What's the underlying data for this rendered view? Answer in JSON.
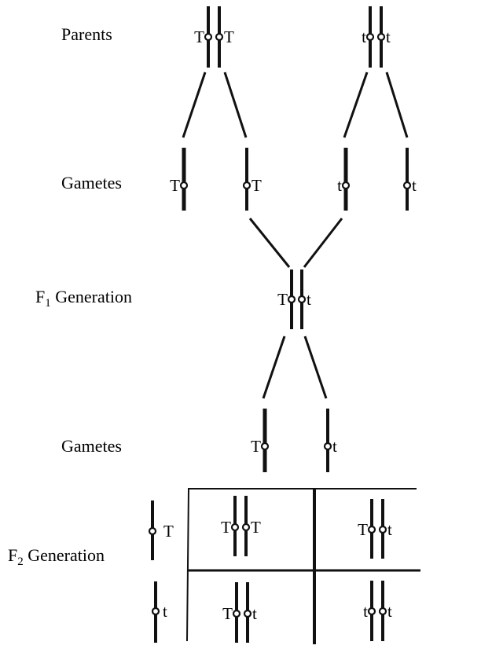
{
  "rows": {
    "parents": "Parents",
    "gametes_1": "Gametes",
    "f1_prefix": "F",
    "f1_sub": "1",
    "f1_suffix": " Generation",
    "gametes_2": "Gametes",
    "f2_prefix": "F",
    "f2_sub": "2",
    "f2_suffix": " Generation"
  },
  "parents": [
    {
      "left": "T",
      "right": "T"
    },
    {
      "left": "t",
      "right": "t"
    }
  ],
  "gametes_1": [
    "T",
    "T",
    "t",
    "t"
  ],
  "f1": {
    "left": "T",
    "right": "t"
  },
  "gametes_2": [
    "T",
    "t"
  ],
  "punnett": {
    "row_gametes": [
      "T",
      "t"
    ],
    "cells": [
      {
        "left": "T",
        "right": "T"
      },
      {
        "left": "T",
        "right": "t"
      },
      {
        "left": "T",
        "right": "t"
      },
      {
        "left": "t",
        "right": "t"
      }
    ]
  }
}
